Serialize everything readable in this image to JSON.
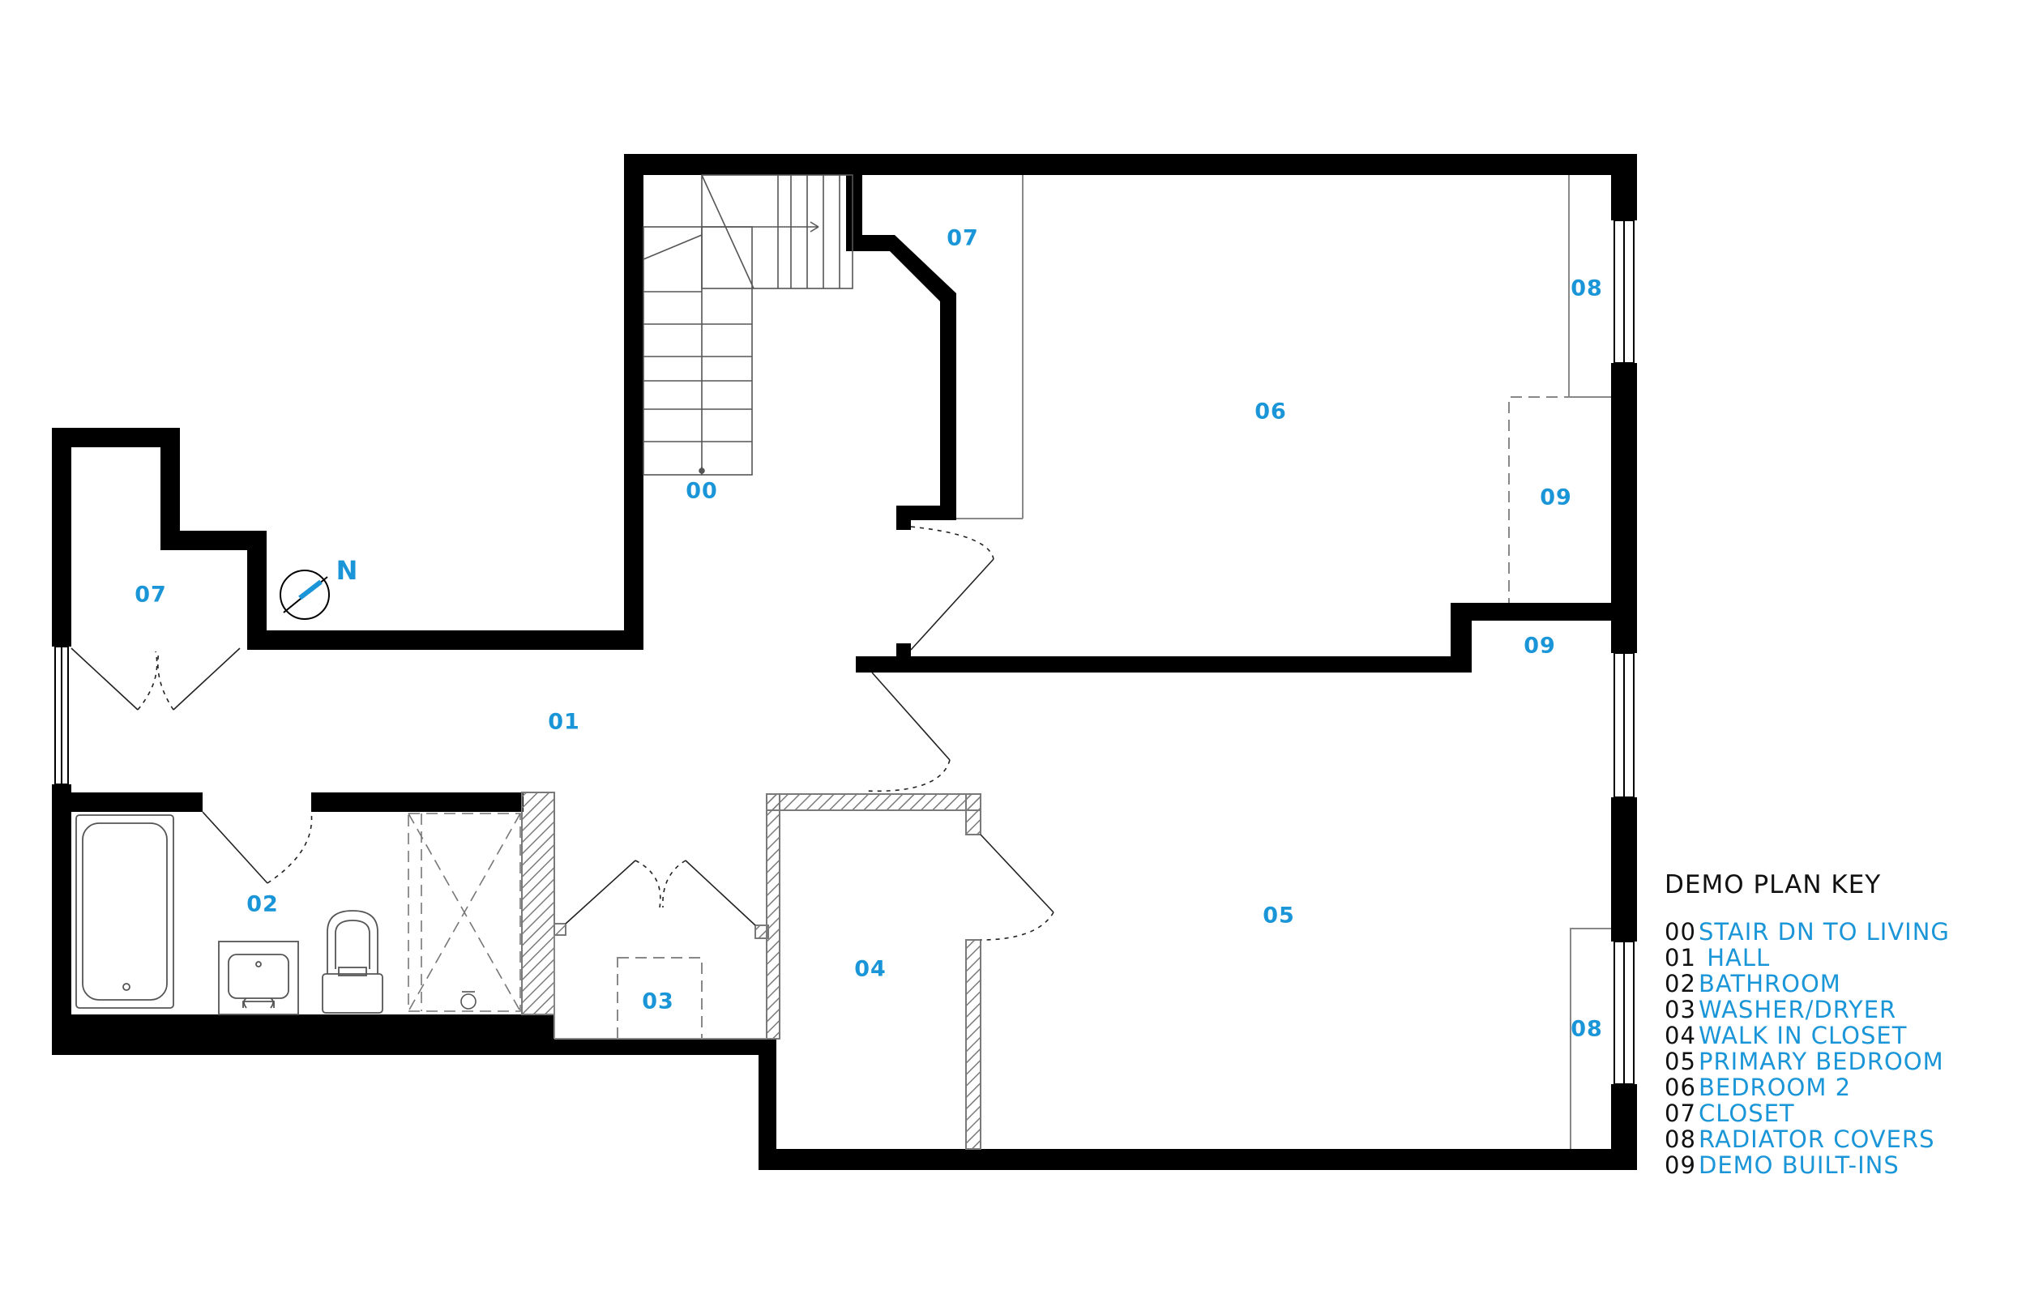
{
  "colors": {
    "wall": "#000000",
    "accent": "#1a96d8",
    "text": "#111111",
    "fixture": "#555555",
    "hatch": "#888888"
  },
  "compass": {
    "icon": "north-arrow-icon",
    "label": "N"
  },
  "rooms": [
    {
      "code": "00",
      "label": "00"
    },
    {
      "code": "01",
      "label": "01"
    },
    {
      "code": "02",
      "label": "02"
    },
    {
      "code": "03",
      "label": "03"
    },
    {
      "code": "04",
      "label": "04"
    },
    {
      "code": "05",
      "label": "05"
    },
    {
      "code": "06",
      "label": "06"
    },
    {
      "code": "07",
      "label": "07"
    },
    {
      "code": "07",
      "label": "07"
    },
    {
      "code": "08",
      "label": "08"
    },
    {
      "code": "08",
      "label": "08"
    },
    {
      "code": "09",
      "label": "09"
    },
    {
      "code": "09",
      "label": "09"
    }
  ],
  "legend": {
    "title": "DEMO PLAN KEY",
    "items": [
      {
        "code": "00",
        "text": "STAIR DN TO LIVING"
      },
      {
        "code": "01",
        "text": " HALL"
      },
      {
        "code": "02",
        "text": "BATHROOM"
      },
      {
        "code": "03",
        "text": "WASHER/DRYER"
      },
      {
        "code": "04",
        "text": "WALK IN CLOSET"
      },
      {
        "code": "05",
        "text": "PRIMARY BEDROOM"
      },
      {
        "code": "06",
        "text": "BEDROOM 2"
      },
      {
        "code": "07",
        "text": "CLOSET"
      },
      {
        "code": "08",
        "text": "RADIATOR COVERS"
      },
      {
        "code": "09",
        "text": "DEMO BUILT-INS"
      }
    ]
  }
}
